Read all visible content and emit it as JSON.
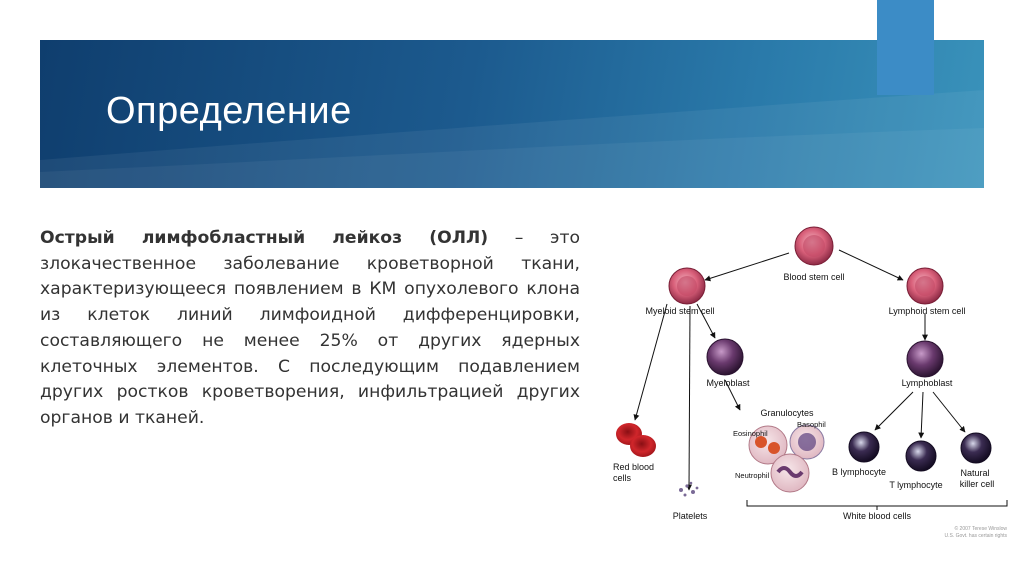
{
  "slide": {
    "title": "Определение",
    "term": "Острый лимфобластный лейкоз (ОЛЛ)",
    "definition": " – это злокачественное заболевание кроветворной ткани, характеризующееся появлением в КМ опухолевого клона из клеток линий лимфоидной дифференцировки, составляющего не менее 25% от других ядерных клеточных элементов. С последующим подавлением других ростков кроветворения, инфильтрацией других органов и тканей."
  },
  "diagram": {
    "blood_stem_cell": "Blood stem cell",
    "myeloid_stem_cell": "Myeloid stem cell",
    "lymphoid_stem_cell": "Lymphoid stem cell",
    "myeloblast": "Myeloblast",
    "lymphoblast": "Lymphoblast",
    "granulocytes": "Granulocytes",
    "eosinophil": "Eosinophil",
    "basophil": "Basophil",
    "neutrophil": "Neutrophil",
    "red_blood_cells_1": "Red blood",
    "red_blood_cells_2": "cells",
    "platelets": "Platelets",
    "b_lymphocyte": "B lymphocyte",
    "t_lymphocyte": "T lymphocyte",
    "natural_killer_1": "Natural",
    "natural_killer_2": "killer cell",
    "white_blood_cells": "White blood cells",
    "copyright_1": "© 2007 Terese Winslow",
    "copyright_2": "U.S. Govt. has certain rights"
  },
  "colors": {
    "banner_dark": "#0f3e6e",
    "banner_light": "#3a93bb",
    "accent_tab": "#3c8cc6",
    "stem_cell": "#d9607a",
    "blast_cell": "#6a3a6e",
    "red_cell": "#d0262b"
  }
}
